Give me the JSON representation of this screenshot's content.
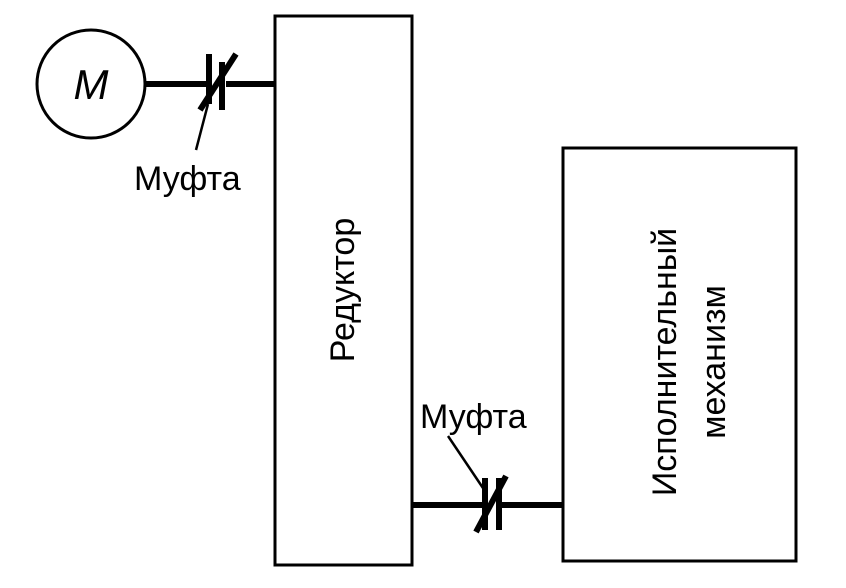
{
  "motor": {
    "symbol": "M"
  },
  "couplings": {
    "top_label": "Муфта",
    "bottom_label": "Муфта"
  },
  "blocks": {
    "reducer": "Редуктор",
    "actuator_line1": "Исполнительный",
    "actuator_line2": "механизм"
  },
  "colors": {
    "line": "#000000",
    "background": "#ffffff"
  }
}
